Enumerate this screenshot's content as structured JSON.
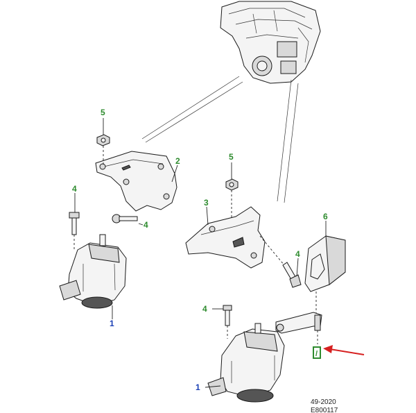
{
  "callouts": {
    "mount_left": "1",
    "mount_right": "1",
    "bracket_left": "2",
    "bracket_right": "3",
    "bolt_left_upper": "4",
    "bolt_left_lower": "4",
    "bolt_right_upper": "4",
    "bolt_right_lower": "4",
    "nut_left": "5",
    "nut_right": "5",
    "module": "6",
    "highlight_mark": "/"
  },
  "footer": {
    "ref_number": "49-2020",
    "ref_code": "E800117"
  },
  "colors": {
    "callout_green": "#2e8b2e",
    "callout_blue": "#1a3fb5",
    "arrow_red": "#d62020",
    "highlight_box": "#2e8b2e"
  }
}
